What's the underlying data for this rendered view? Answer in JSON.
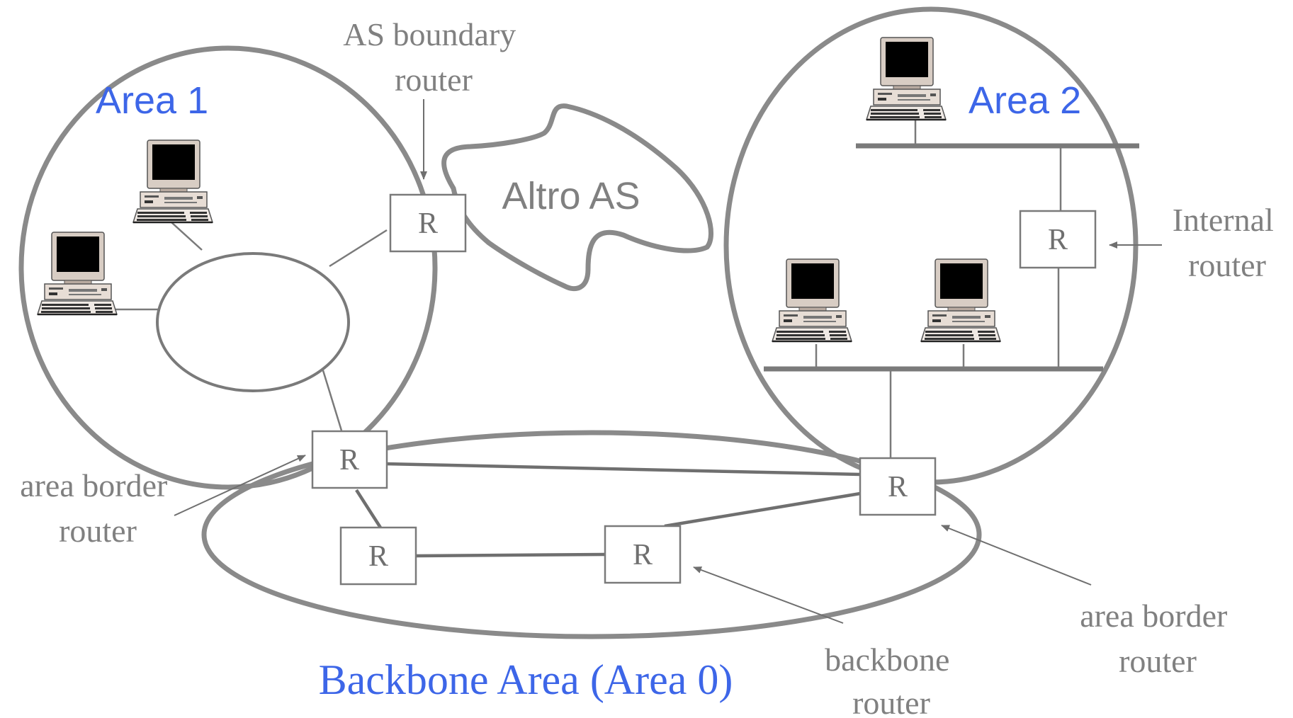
{
  "areas": {
    "area1": "Area 1",
    "area2": "Area 2",
    "backbone": "Backbone Area (Area 0)"
  },
  "external_as": "Altro AS",
  "router_symbol": "R",
  "labels": {
    "as_boundary_router": [
      "AS boundary",
      "router"
    ],
    "area_border_router_left": [
      "area border",
      "router"
    ],
    "internal_router": [
      "Internal",
      "router"
    ],
    "backbone_router": [
      "backbone",
      "router"
    ],
    "area_border_router_right": [
      "area border",
      "router"
    ]
  },
  "icons": {
    "host": "desktop-computer-icon"
  },
  "colors": {
    "area_title": "#3d66e8",
    "label": "#808080",
    "line": "#7a7a7a"
  }
}
